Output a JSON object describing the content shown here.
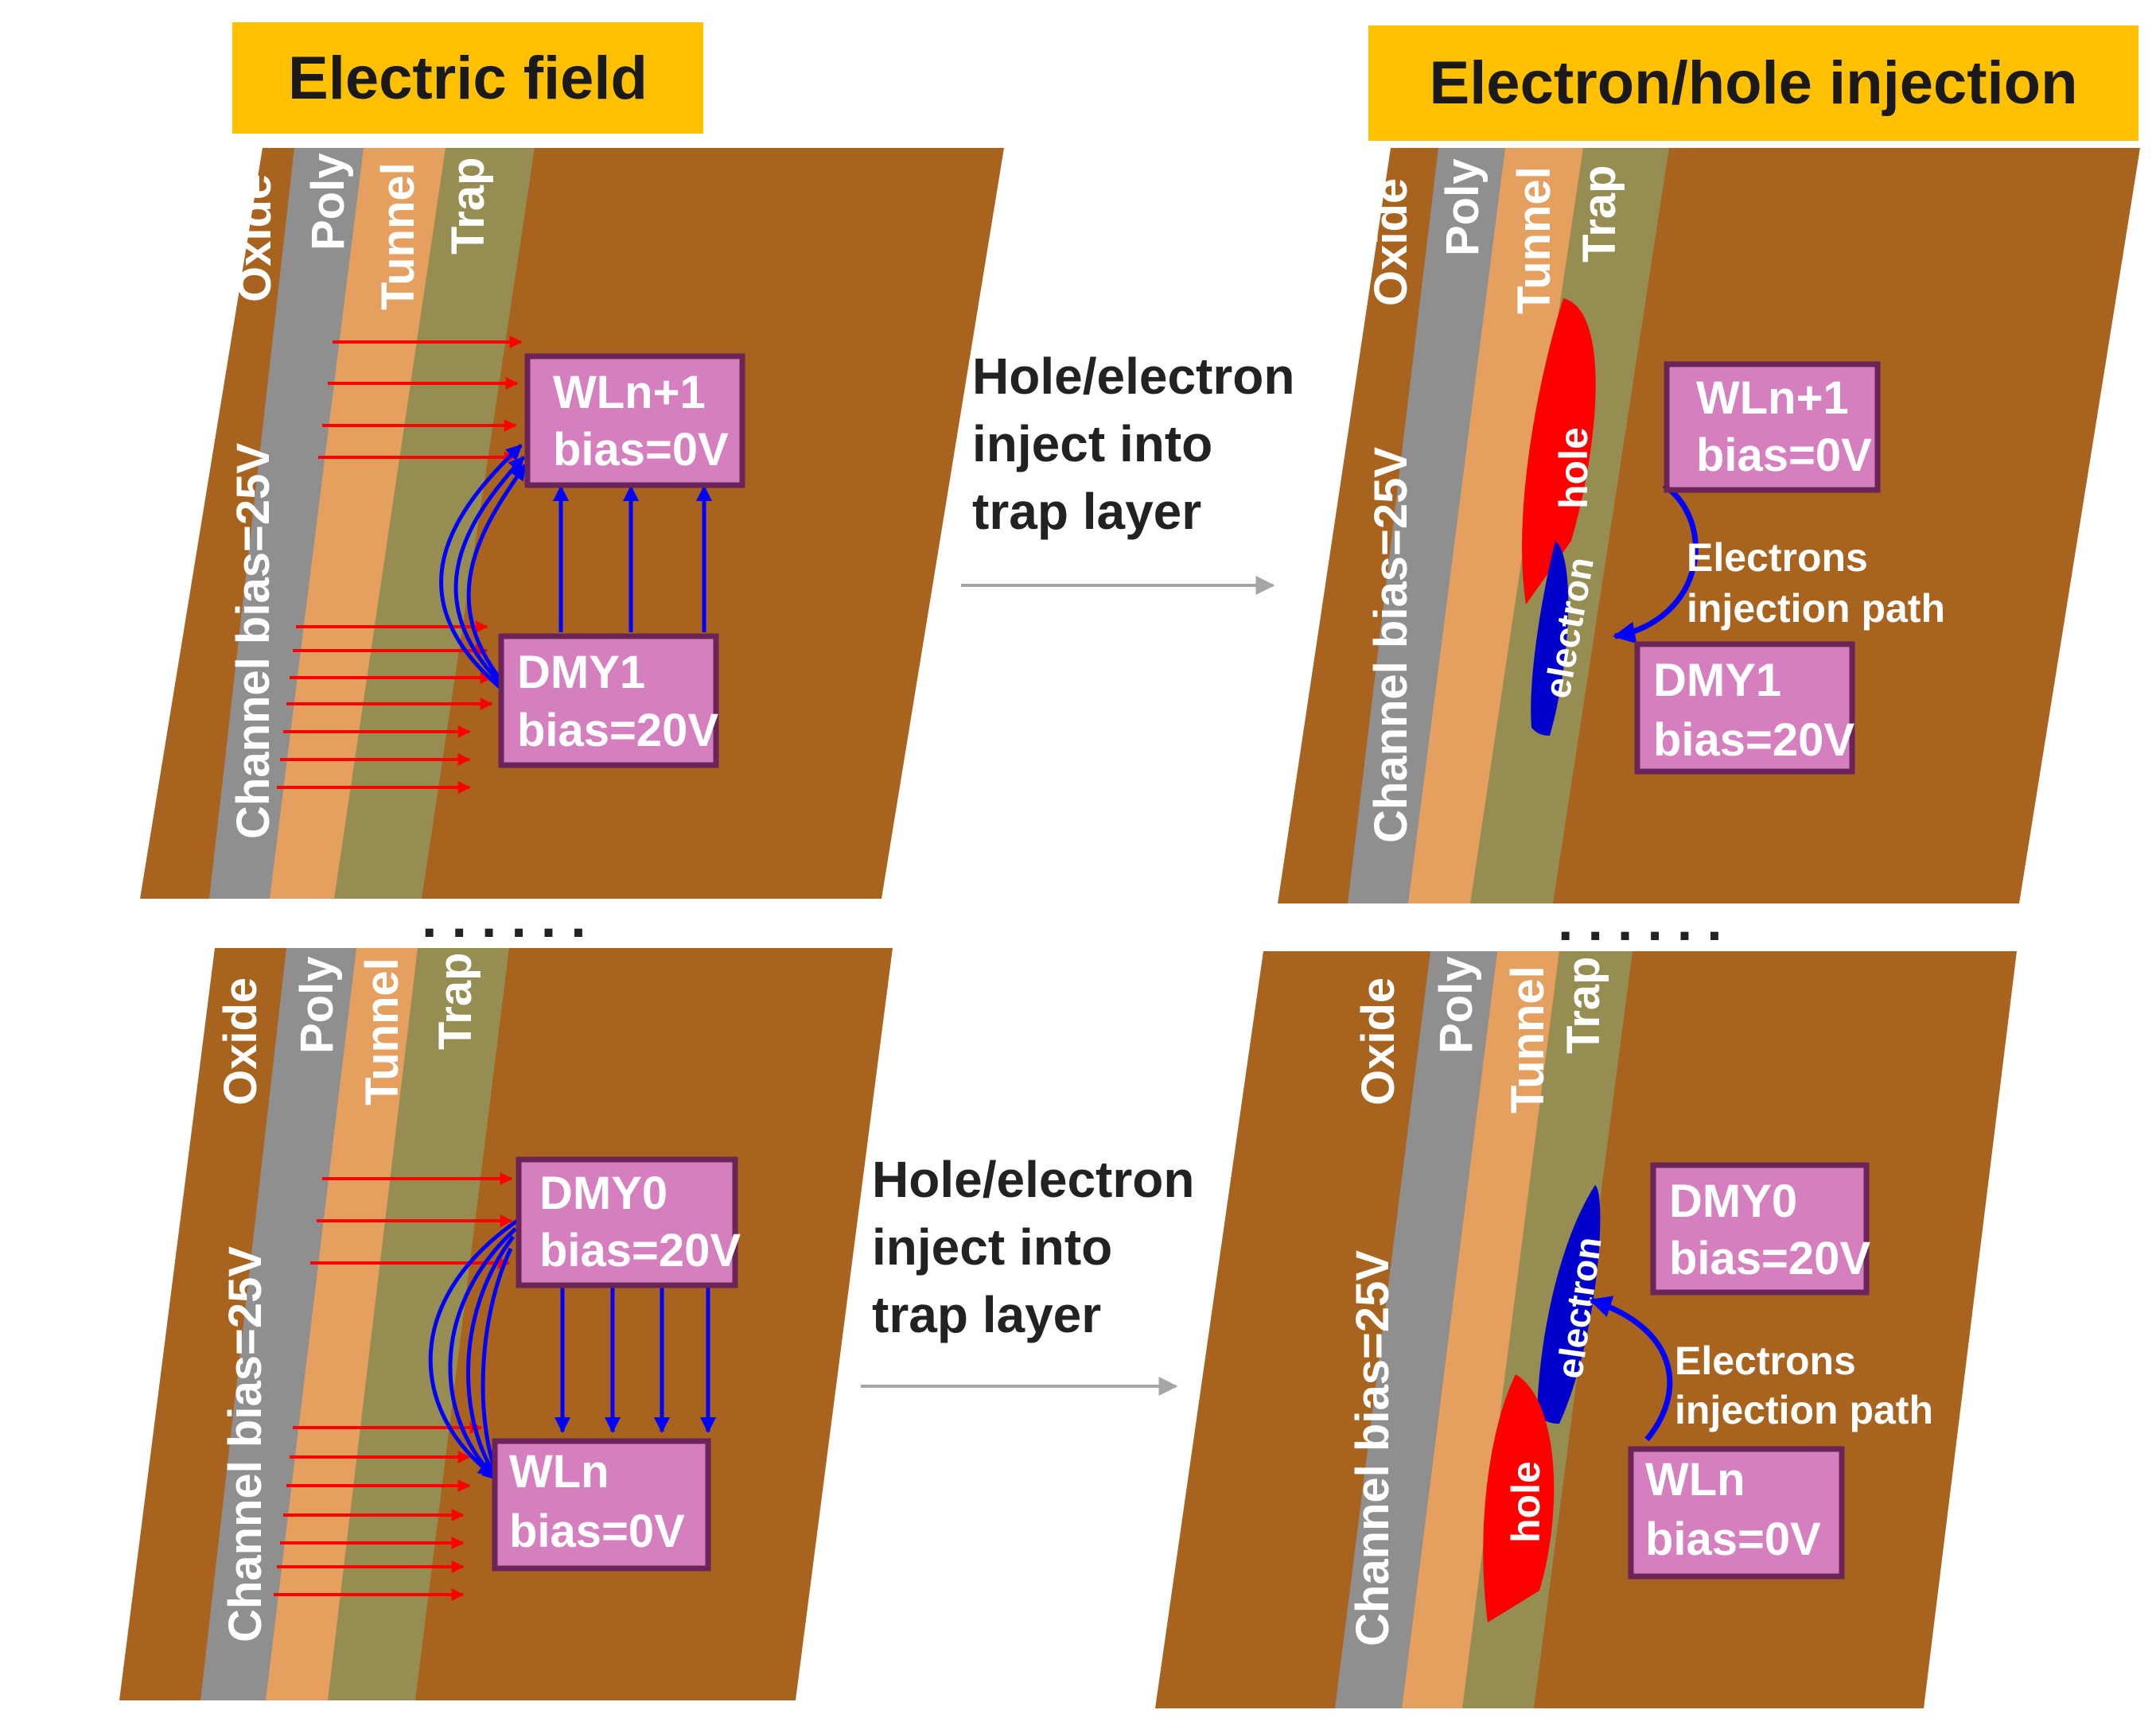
{
  "headers": {
    "left": "Electric field",
    "right": "Electron/hole injection"
  },
  "layers": {
    "oxide": "Oxide",
    "poly": "Poly",
    "tunnel": "Tunnel",
    "trap": "Trap",
    "channel": "Channel bias=25V"
  },
  "middle_text": {
    "line1": "Hole/electron",
    "line2": "inject into",
    "line3": "trap layer"
  },
  "boxes": {
    "wln1_name": "WLn+1",
    "wln1_bias": "bias=0V",
    "dmy1_name": "DMY1",
    "dmy1_bias": "bias=20V",
    "dmy0_name": "DMY0",
    "dmy0_bias": "bias=20V",
    "wln_name": "WLn",
    "wln_bias": "bias=0V"
  },
  "charges": {
    "hole": "hole",
    "electron": "electron"
  },
  "path_label": {
    "line1": "Electrons",
    "line2": "injection path"
  },
  "separator": "......",
  "colors": {
    "header": "#ffc000",
    "background": "#a8631f",
    "oxide_strip": "#a8631f",
    "poly": "#8f8f8f",
    "tunnel": "#e59f5e",
    "trap": "#958d52",
    "box_fill": "#d57fbf",
    "box_border": "#6b2458",
    "field_arrow": "#ff0000",
    "path_arrow": "#0000ff",
    "hole": "#ff0000",
    "electron": "#0000cc",
    "gray_arrow": "#a6a6a6"
  }
}
